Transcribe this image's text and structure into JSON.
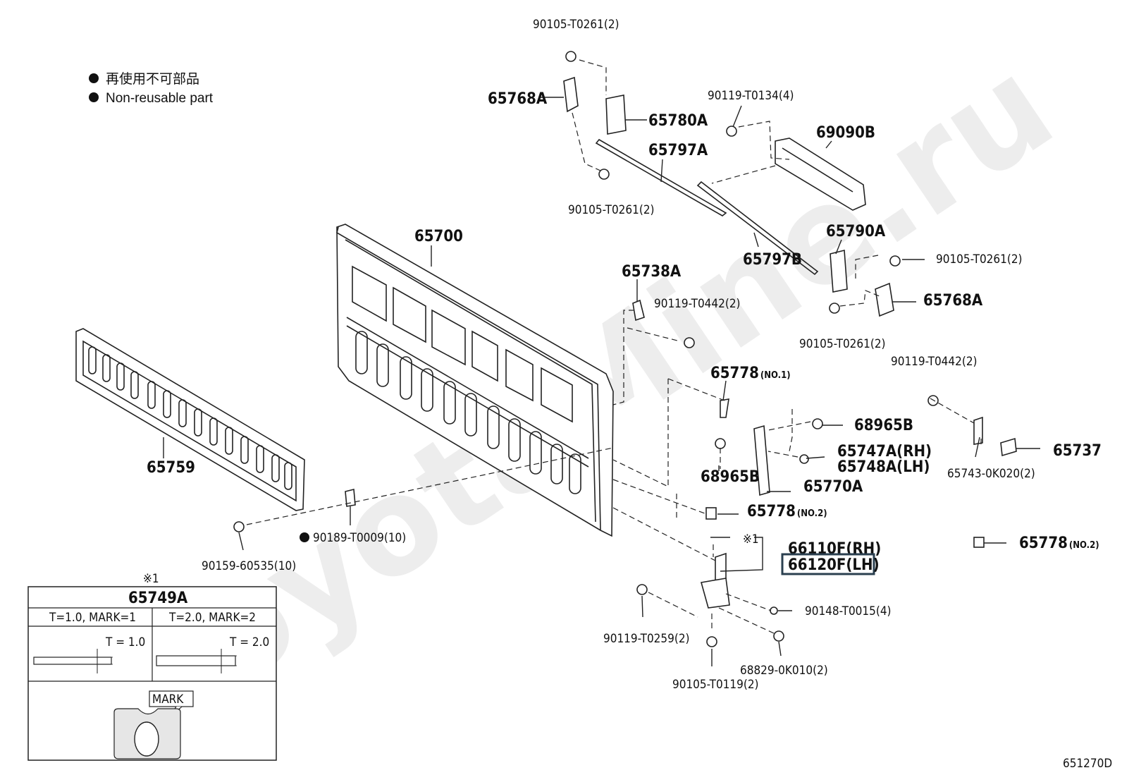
{
  "watermark": "ToyotaMine.ru",
  "legend": {
    "line1": "再使用不可部品",
    "line2": "Non-reusable part"
  },
  "parts": {
    "p90105_T0261_top": "90105-T0261(2)",
    "p65768A_top": "65768A",
    "p65780A": "65780A",
    "p90119_T0134": "90119-T0134(4)",
    "p69090B": "69090B",
    "p65797A": "65797A",
    "p90105_T0261_mid": "90105-T0261(2)",
    "p65700": "65700",
    "p65790A": "65790A",
    "p90105_T0261_right": "90105-T0261(2)",
    "p65797B": "65797B",
    "p65738A": "65738A",
    "p65768A_right": "65768A",
    "p90119_T0442_mid": "90119-T0442(2)",
    "p90105_T0261_low": "90105-T0261(2)",
    "p90119_T0442_right": "90119-T0442(2)",
    "p65778_no1": "65778",
    "p65778_no1_suffix": "(NO.1)",
    "p68965B_right": "68965B",
    "p65747A": "65747A(RH)",
    "p65748A": "65748A(LH)",
    "p65737": "65737",
    "p65743": "65743-0K020(2)",
    "p68965B_left": "68965B",
    "p65770A": "65770A",
    "p65759": "65759",
    "p65778_no2": "65778",
    "p65778_no2_suffix": "(NO.2)",
    "p65778_no2_b": "65778",
    "p65778_no2_b_suffix": "(NO.2)",
    "p90189_T0009": "90189-T0009(10)",
    "p90159_60535": "90159-60535(10)",
    "note_mark": "※1",
    "p66110F": "66110F(RH)",
    "p66120F": "66120F(LH)",
    "p90148_T0015": "90148-T0015(4)",
    "p90119_T0259": "90119-T0259(2)",
    "p68829_0K010": "68829-0K010(2)",
    "p90105_T0119": "90105-T0119(2)"
  },
  "inset": {
    "note": "※1",
    "title": "65749A",
    "col1": "T=1.0, MARK=1",
    "col2": "T=2.0, MARK=2",
    "t1": "T = 1.0",
    "t2": "T = 2.0",
    "mark": "MARK"
  },
  "diagram_code": "651270D"
}
